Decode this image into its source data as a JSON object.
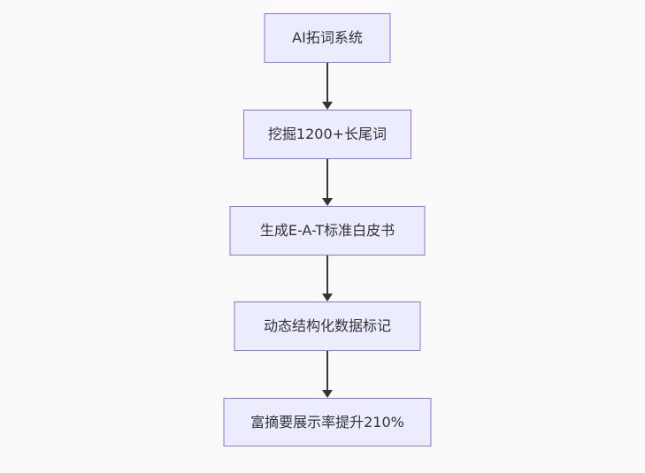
{
  "page": {
    "background_color": "#fafafa"
  },
  "flowchart": {
    "type": "flowchart",
    "direction": "top-down",
    "style": {
      "node_fill": "#ECECFF",
      "node_border": "#9370DB",
      "text_color": "#333333",
      "arrow_color": "#333333"
    },
    "nodes": [
      {
        "id": "A",
        "label": "AI拓词系统"
      },
      {
        "id": "B",
        "label": "挖掘1200+长尾词"
      },
      {
        "id": "C",
        "label": "生成E-A-T标准白皮书"
      },
      {
        "id": "D",
        "label": "动态结构化数据标记"
      },
      {
        "id": "E",
        "label": "富摘要展示率提升210%"
      }
    ],
    "edges": [
      {
        "from": "A",
        "to": "B"
      },
      {
        "from": "B",
        "to": "C"
      },
      {
        "from": "C",
        "to": "D"
      },
      {
        "from": "D",
        "to": "E"
      }
    ]
  }
}
